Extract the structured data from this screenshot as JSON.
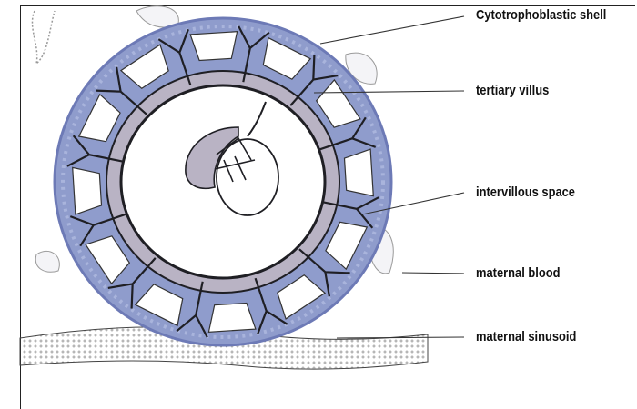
{
  "labels": [
    {
      "key": "cytotrophoblastic_shell",
      "text": "Cytotrophoblastic shell"
    },
    {
      "key": "tertiary_villus",
      "text": "tertiary villus"
    },
    {
      "key": "intervillous_space",
      "text": "intervillous space"
    },
    {
      "key": "maternal_blood",
      "text": "maternal blood"
    },
    {
      "key": "maternal_sinusoid",
      "text": "maternal sinusoid"
    }
  ],
  "colors": {
    "shell": "#8f9ccc",
    "shell_dark": "#6d7ab6",
    "villus": "#b9b3c4",
    "outline": "#1f1f24",
    "leader_line": "#333333"
  }
}
